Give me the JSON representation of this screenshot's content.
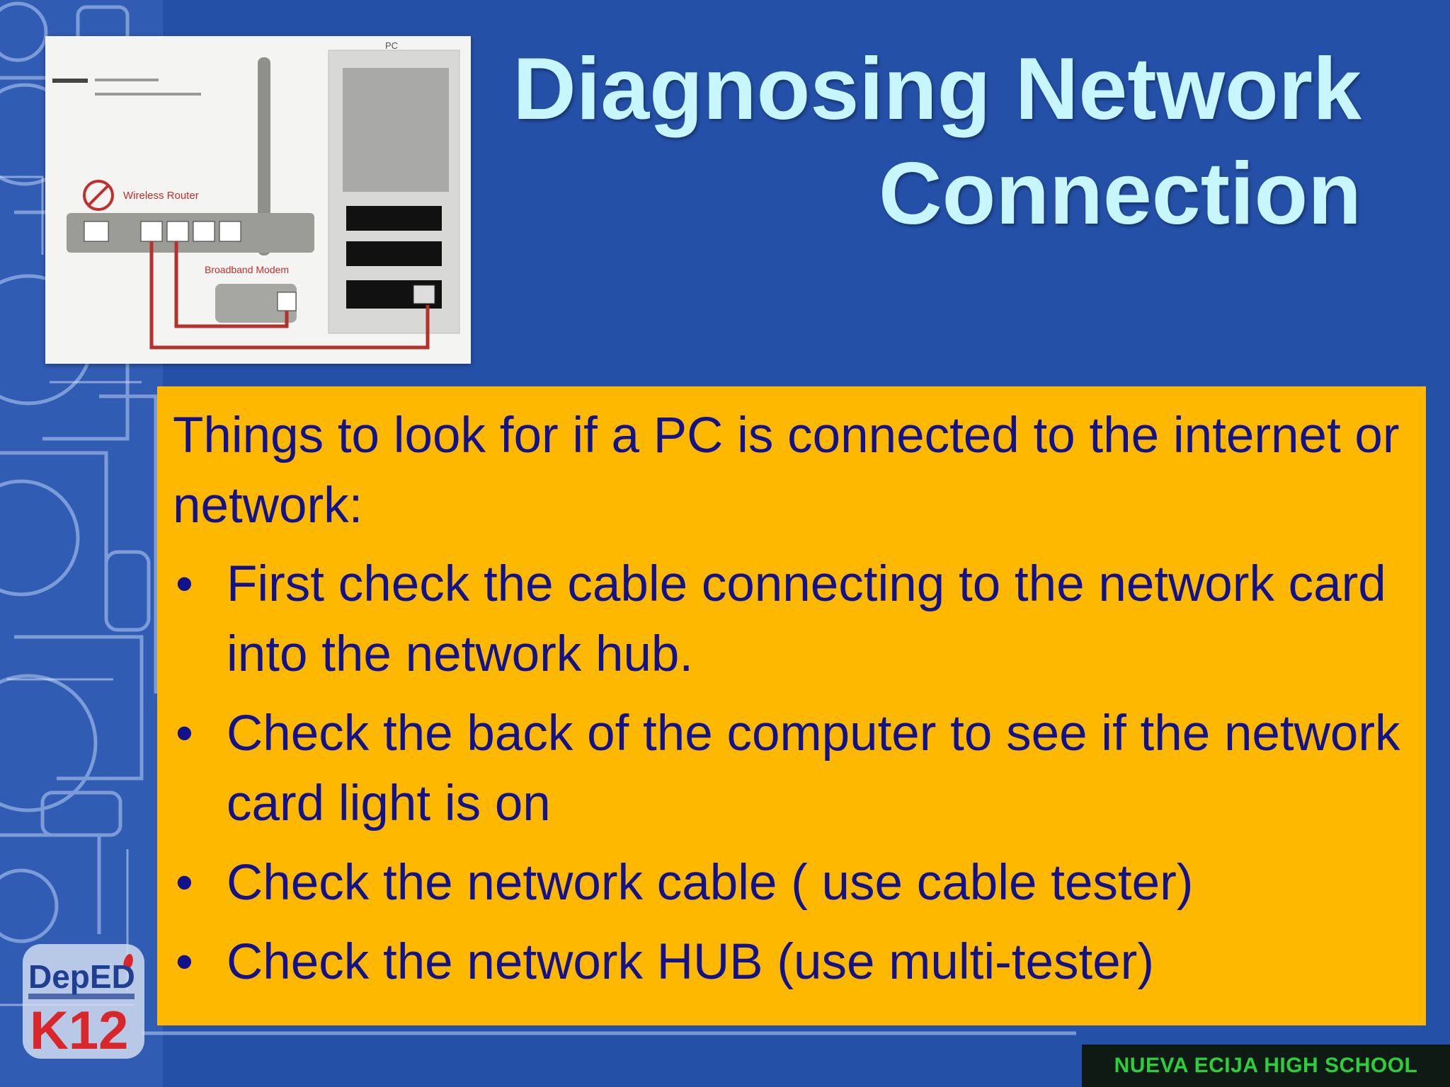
{
  "slide": {
    "title_line1": "Diagnosing Network",
    "title_line2": "Connection",
    "intro": "Things to look for if a PC is connected to the internet or network:",
    "bullets": [
      "First check the cable connecting to the network card into the network hub.",
      "Check the back of the computer to see if the network card light is on",
      "Check the network cable ( use cable tester)",
      "Check the network HUB (use multi-tester)"
    ],
    "bullet_symbol": "•"
  },
  "diagram": {
    "pc_label": "PC",
    "router_label": "Wireless Router",
    "modem_label": "Broadband Modem"
  },
  "logo": {
    "line1": "DepED",
    "line2": "K12"
  },
  "footer": {
    "school_name": "NUEVA ECIJA HIGH SCHOOL"
  },
  "colors": {
    "background": "#2450a8",
    "title": "#c8f6ff",
    "content_box": "#ffb800",
    "content_text": "#12128c",
    "footer_bg": "#0f1a14",
    "footer_text": "#2ad03a"
  }
}
